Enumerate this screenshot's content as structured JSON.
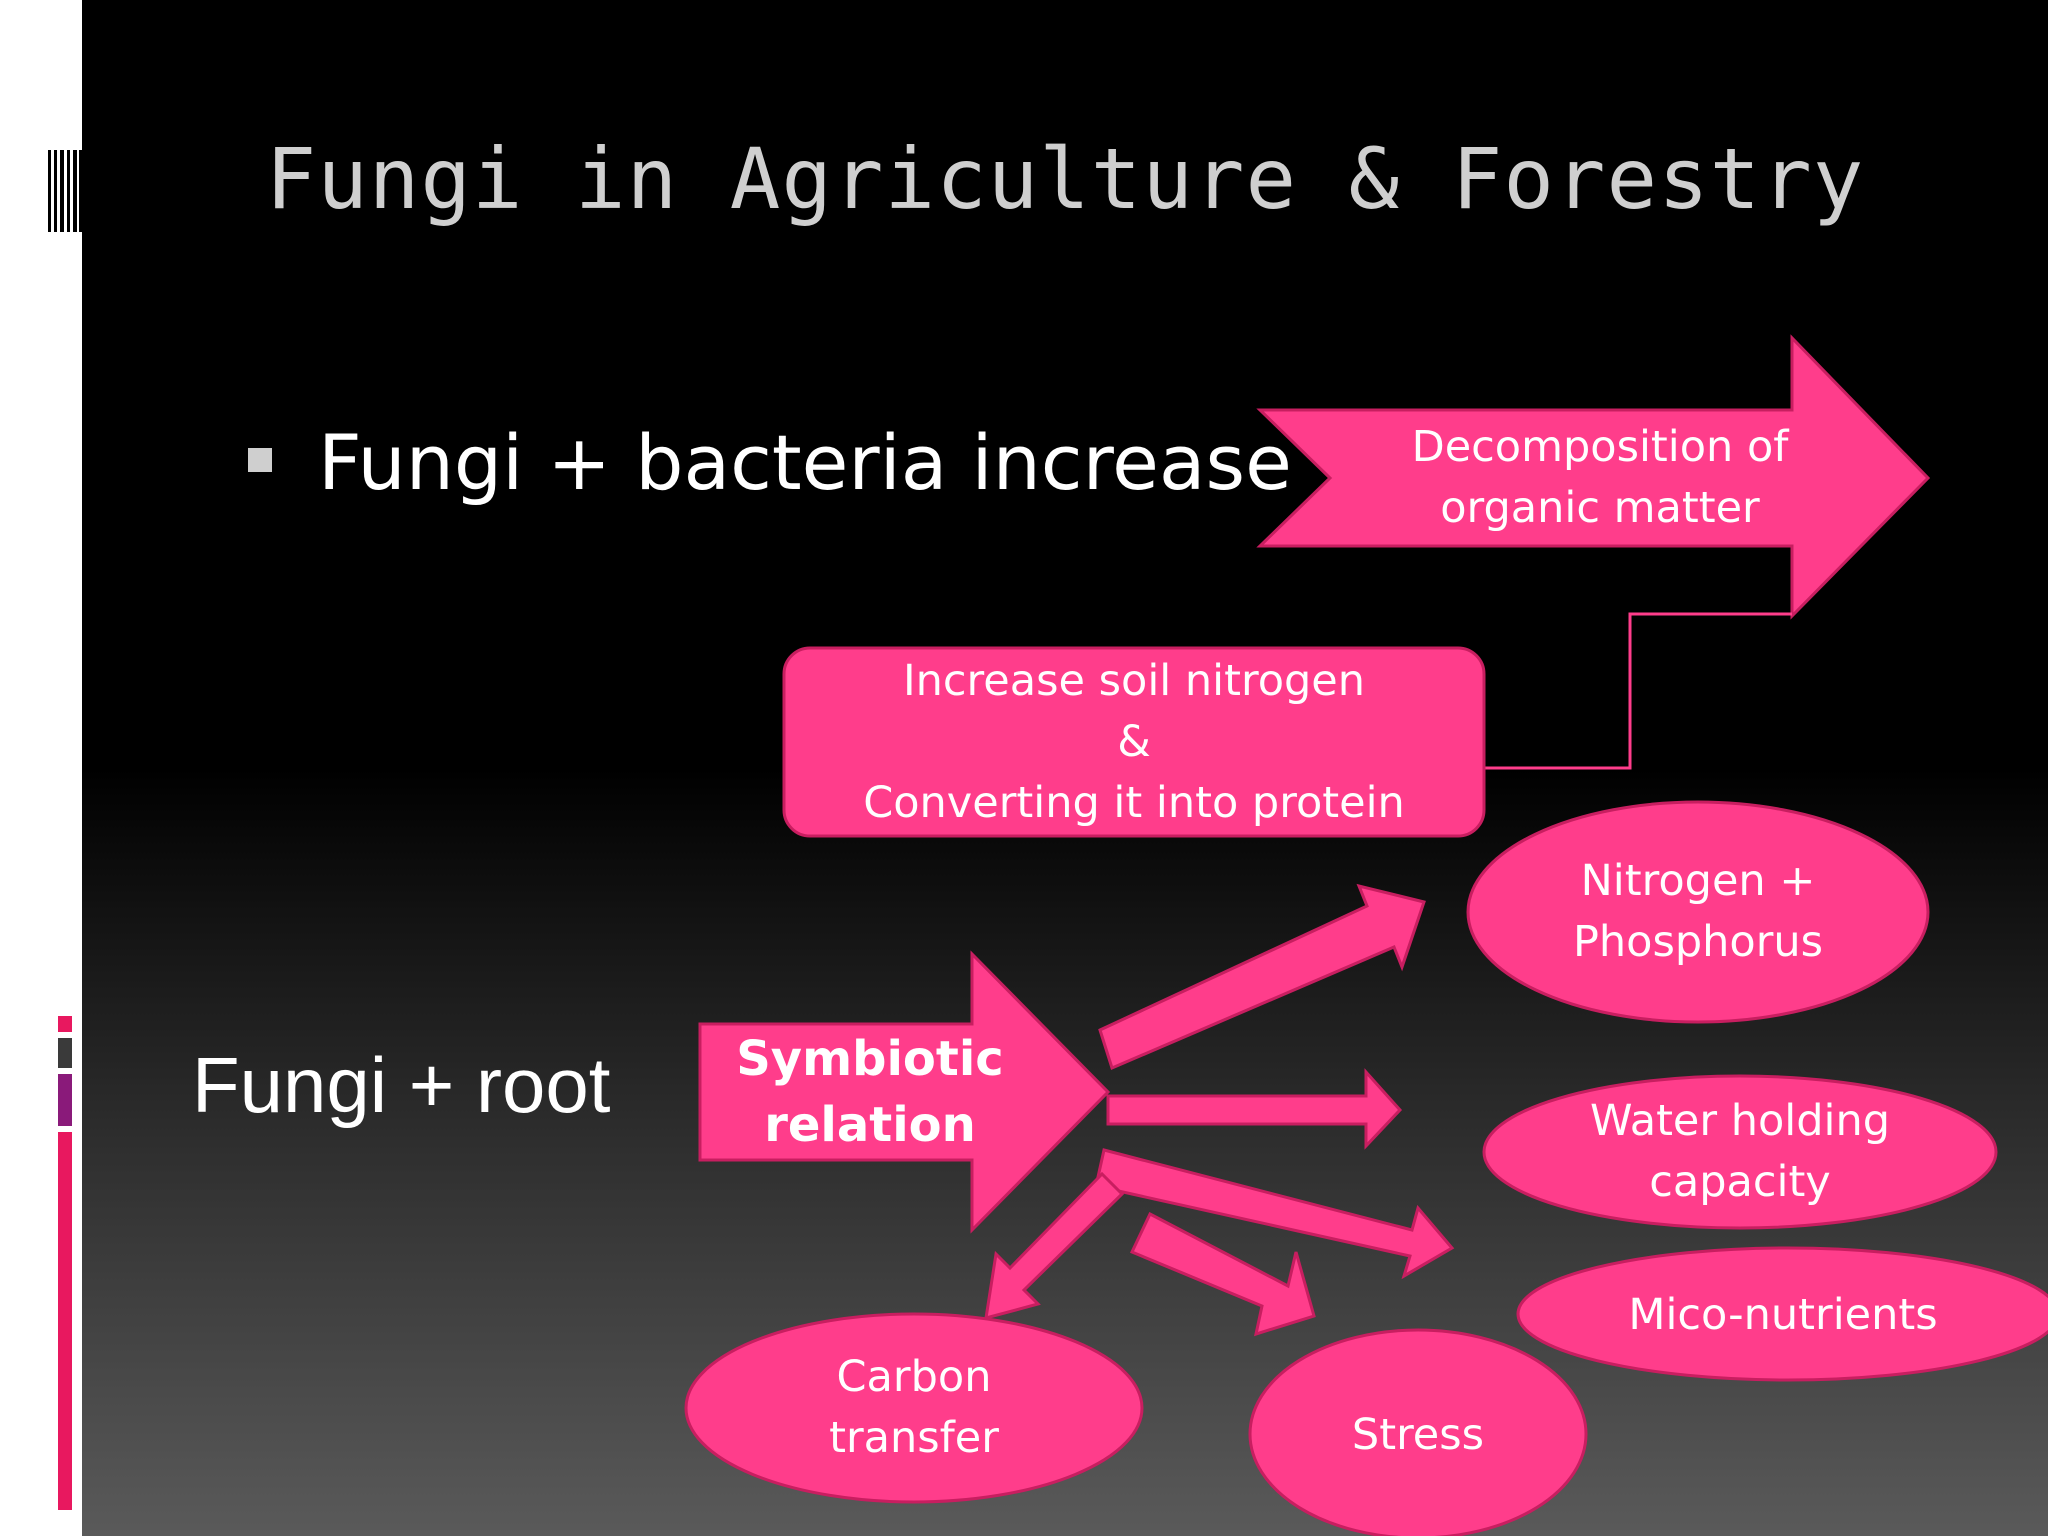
{
  "slide": {
    "title": "Fungi in Agriculture & Forestry",
    "bullet_text": "Fungi  + bacteria increase",
    "fungi_root_text": "Fungi  + root"
  },
  "diagram": {
    "decomposition": {
      "line1": "Decomposition of",
      "line2": "organic matter"
    },
    "soil_nitrogen": {
      "line1": "Increase soil nitrogen",
      "line2": "&",
      "line3": "Converting it into protein"
    },
    "symbiotic": {
      "line1": "Symbiotic",
      "line2": "relation"
    },
    "nitrogen_phosphorus": {
      "line1": "Nitrogen +",
      "line2": "Phosphorus"
    },
    "water_holding": {
      "line1": "Water holding",
      "line2": "capacity"
    },
    "mico_nutrients": {
      "line1": "Mico-nutrients"
    },
    "carbon_transfer": {
      "line1": "Carbon",
      "line2": "transfer"
    },
    "stress": {
      "line1": "Stress"
    }
  },
  "colors": {
    "accent": "#ff3d8b",
    "accent_border": "#c81e60",
    "title_text": "#cfcfcf",
    "stripe_pink": "#e8185f",
    "stripe_purple": "#8a1a7a",
    "stripe_dark": "#3a3a3a"
  }
}
